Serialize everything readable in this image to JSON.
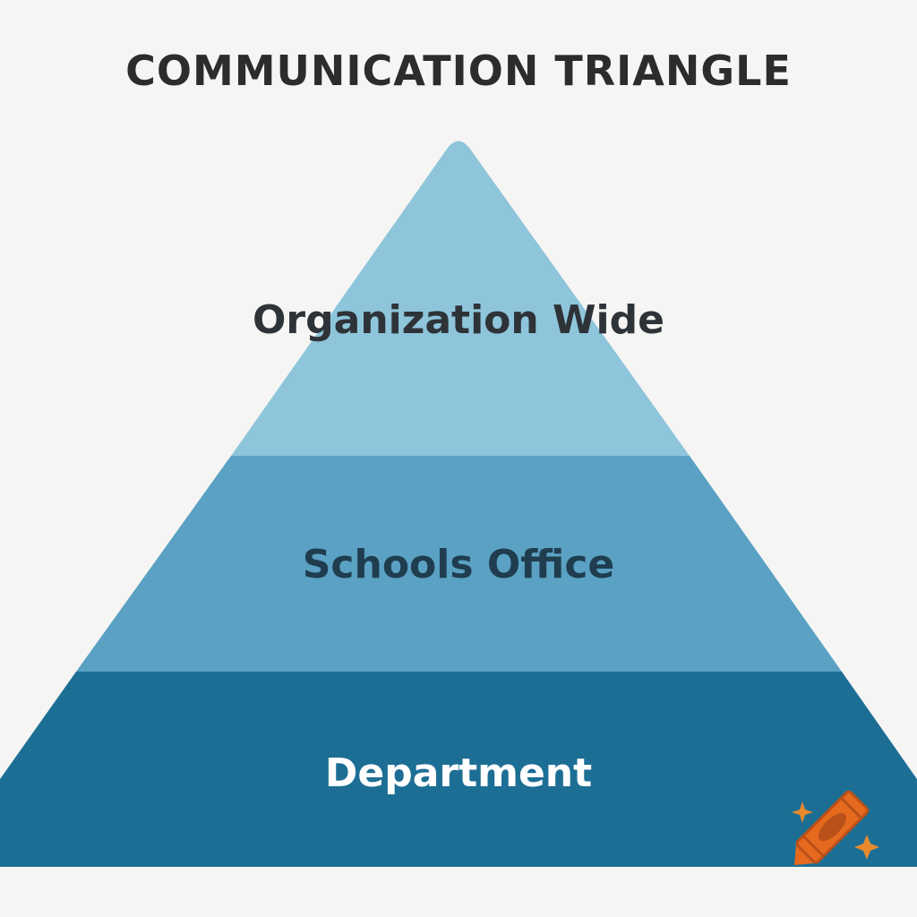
{
  "title": "COMMUNICATION TRIANGLE",
  "tiers": [
    {
      "label": "Organization Wide",
      "fill": "#8ec5db",
      "text_color": "#2e3338"
    },
    {
      "label": "Schools Office",
      "fill": "#5aa1c3",
      "text_color": "#1f3d4f"
    },
    {
      "label": "Department",
      "fill": "#1d6e95",
      "text_color": "#ffffff"
    }
  ],
  "colors": {
    "background": "#f5f5f4",
    "crayon": "#e56a1e",
    "crayon_dark": "#b9501a",
    "sparkle": "#e88a2c"
  },
  "icons": {
    "logo": "crayon-logo-icon",
    "sparkles": "sparkle-icon"
  }
}
